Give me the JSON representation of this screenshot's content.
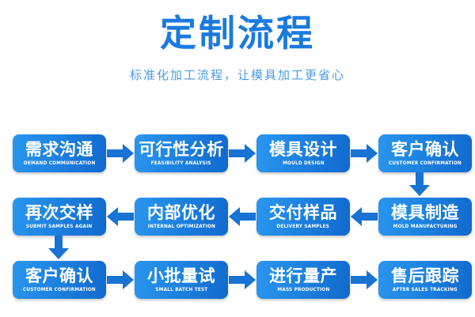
{
  "header": {
    "title": "定制流程",
    "subtitle": "标准化加工流程，让模具加工更省心",
    "title_color": "#1a7ae0",
    "subtitle_color": "#4b9ae8"
  },
  "theme": {
    "box_gradient_start": "#2a96ee",
    "box_gradient_end": "#1169cd",
    "arrow_color": "#1873d3",
    "background": "#ffffff",
    "text_color": "#ffffff"
  },
  "flow": {
    "rows": [
      {
        "direction": "right",
        "nodes": [
          {
            "cn": "需求沟通",
            "en": "DEMAND COMMUNICATION"
          },
          {
            "cn": "可行性分析",
            "en": "FEASIBILITY ANALYSIS"
          },
          {
            "cn": "模具设计",
            "en": "MOULD DESIGN"
          },
          {
            "cn": "客户确认",
            "en": "CUSTOMER CONFIRMATION"
          }
        ]
      },
      {
        "direction": "left",
        "nodes": [
          {
            "cn": "再次交样",
            "en": "SUBMIT SAMPLES AGAIN"
          },
          {
            "cn": "内部优化",
            "en": "INTERNAL OPTIMIZATION"
          },
          {
            "cn": "交付样品",
            "en": "DELIVERY SAMPLES"
          },
          {
            "cn": "模具制造",
            "en": "MOLD MANUFACTURING"
          }
        ]
      },
      {
        "direction": "right",
        "nodes": [
          {
            "cn": "客户确认",
            "en": "CUSTOMER CONFIRMATION"
          },
          {
            "cn": "小批量试",
            "en": "SMALL BATCH TEST"
          },
          {
            "cn": "进行量产",
            "en": "MASS PRODUCTION"
          },
          {
            "cn": "售后跟踪",
            "en": "AFTER SALES TRACKING"
          }
        ]
      }
    ],
    "connectors": [
      {
        "name": "row1-to-row2",
        "direction": "down",
        "side": "right"
      },
      {
        "name": "row2-to-row3",
        "direction": "down",
        "side": "left"
      }
    ]
  }
}
